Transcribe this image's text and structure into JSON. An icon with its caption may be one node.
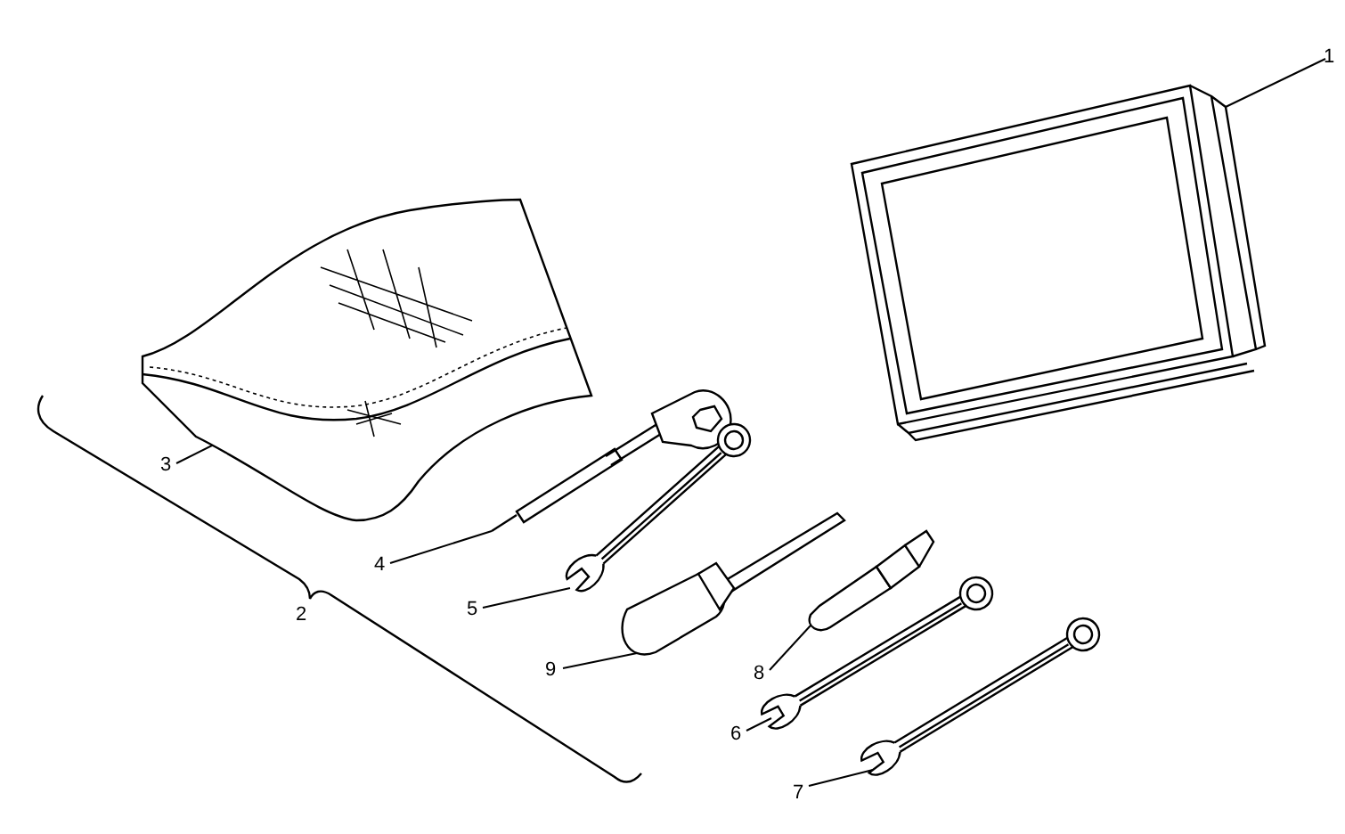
{
  "diagram": {
    "nodes": [
      {
        "text": [
          "1"
        ]
      },
      {
        "text": [],
        "shape": "picture"
      },
      {
        "text": [
          "3"
        ]
      },
      {
        "text": [],
        "shape": "picture"
      },
      {
        "text": [
          "4"
        ]
      },
      {
        "text": [],
        "shape": "picture"
      },
      {
        "text": [
          "5"
        ]
      },
      {
        "text": [],
        "shape": "picture"
      },
      {
        "text": [
          "9"
        ]
      },
      {
        "text": [],
        "shape": "picture"
      },
      {
        "text": [
          "8"
        ]
      },
      {
        "text": [],
        "shape": "picture"
      },
      {
        "text": [
          "6"
        ]
      },
      {
        "text": [],
        "shape": "picture"
      },
      {
        "text": [
          "7"
        ]
      },
      {
        "text": [],
        "shape": "picture"
      }
    ],
    "edges": [
      {
        "from": 0,
        "to": 1,
        "arrow": "none"
      },
      {
        "from": 2,
        "to": 3,
        "arrow": "none"
      },
      {
        "from": 4,
        "to": 5,
        "arrow": "none"
      },
      {
        "from": 6,
        "to": 7,
        "arrow": "none"
      },
      {
        "from": 8,
        "to": 9,
        "arrow": "none"
      },
      {
        "from": 10,
        "to": 11,
        "arrow": "none"
      },
      {
        "from": 12,
        "to": 13,
        "arrow": "none"
      },
      {
        "from": 14,
        "to": 15,
        "arrow": "none"
      }
    ],
    "labels": [
      "2"
    ]
  }
}
